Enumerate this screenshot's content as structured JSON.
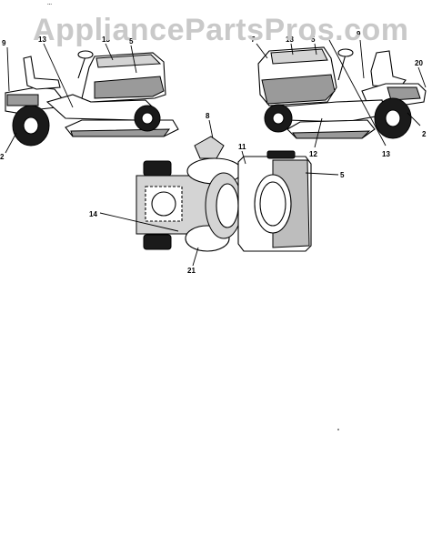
{
  "watermark": "AppliancePartsPros.com",
  "header_fragment": "...",
  "left_view_labels": [
    "9",
    "13",
    "13",
    "5"
  ],
  "right_view_labels": [
    "7",
    "13",
    "5",
    "9",
    "20",
    "12",
    "13",
    "2"
  ],
  "left_wheel_label": "2",
  "top_view_labels": [
    "8",
    "11",
    "5",
    "14",
    "21"
  ]
}
